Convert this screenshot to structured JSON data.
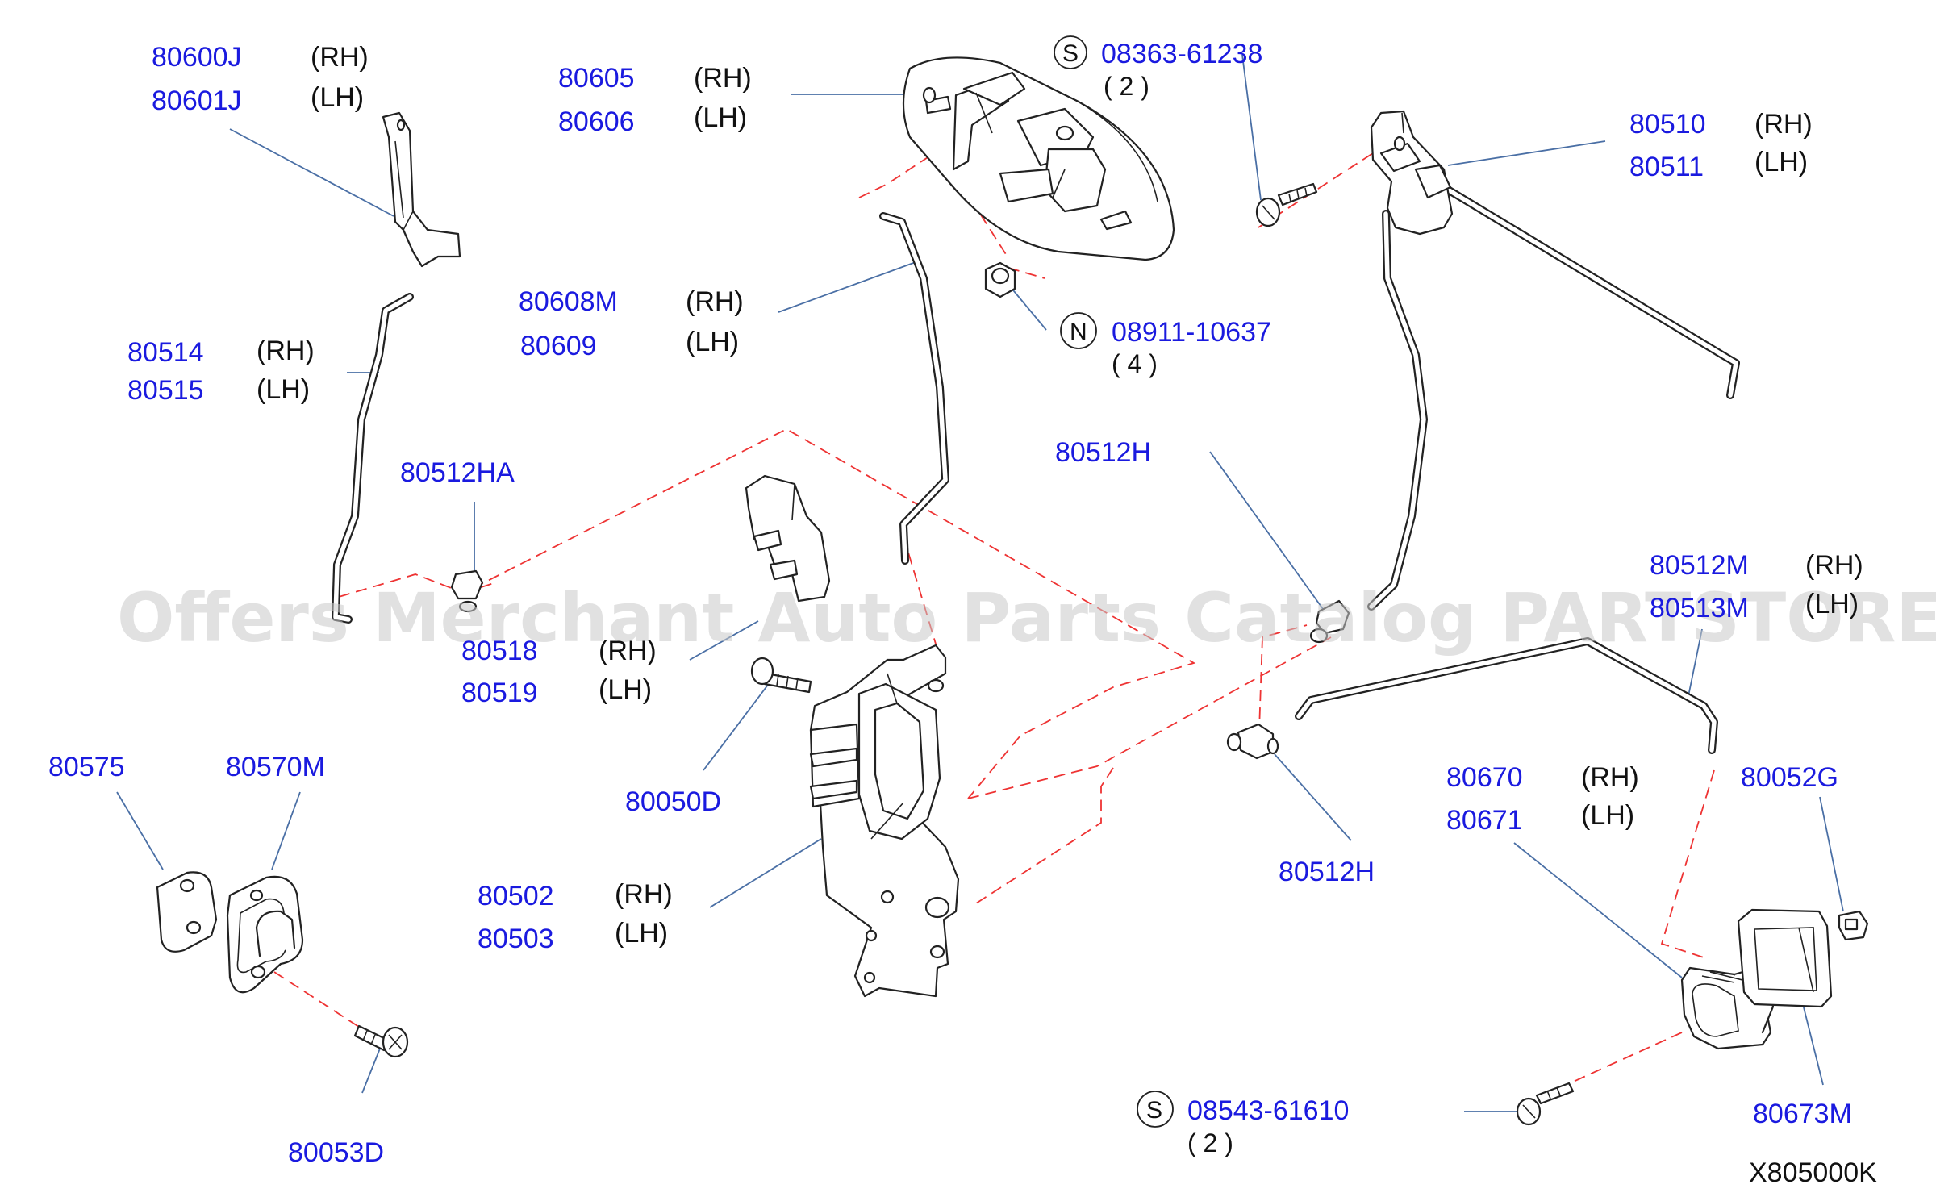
{
  "watermark": "Offers Merchant Auto Parts Catalog PARTSTORE.SA",
  "diagram_code": "X805000K",
  "callouts": [
    {
      "id": "80600J",
      "side": "(RH)"
    },
    {
      "id": "80601J",
      "side": "(LH)"
    },
    {
      "id": "80605",
      "side": "(RH)"
    },
    {
      "id": "80606",
      "side": "(LH)"
    },
    {
      "id": "80510",
      "side": "(RH)"
    },
    {
      "id": "80511",
      "side": "(LH)"
    },
    {
      "id": "80514",
      "side": "(RH)"
    },
    {
      "id": "80515",
      "side": "(LH)"
    },
    {
      "id": "80608M",
      "side": "(RH)"
    },
    {
      "id": "80609",
      "side": "(LH)"
    },
    {
      "id": "80512HA"
    },
    {
      "id": "80512H"
    },
    {
      "id": "80512M",
      "side": "(RH)"
    },
    {
      "id": "80513M",
      "side": "(LH)"
    },
    {
      "id": "80518",
      "side": "(RH)"
    },
    {
      "id": "80519",
      "side": "(LH)"
    },
    {
      "id": "80050D"
    },
    {
      "id": "80575"
    },
    {
      "id": "80570M"
    },
    {
      "id": "80502",
      "side": "(RH)"
    },
    {
      "id": "80503",
      "side": "(LH)"
    },
    {
      "id": "80512H"
    },
    {
      "id": "80670",
      "side": "(RH)"
    },
    {
      "id": "80671",
      "side": "(LH)"
    },
    {
      "id": "80052G"
    },
    {
      "id": "80053D"
    },
    {
      "id": "80673M"
    }
  ],
  "fasteners": [
    {
      "symbol": "S",
      "part": "08363-61238",
      "qty": "( 2 )"
    },
    {
      "symbol": "N",
      "part": "08911-10637",
      "qty": "( 4 )"
    },
    {
      "symbol": "S",
      "part": "08543-61610",
      "qty": "( 2 )"
    }
  ]
}
